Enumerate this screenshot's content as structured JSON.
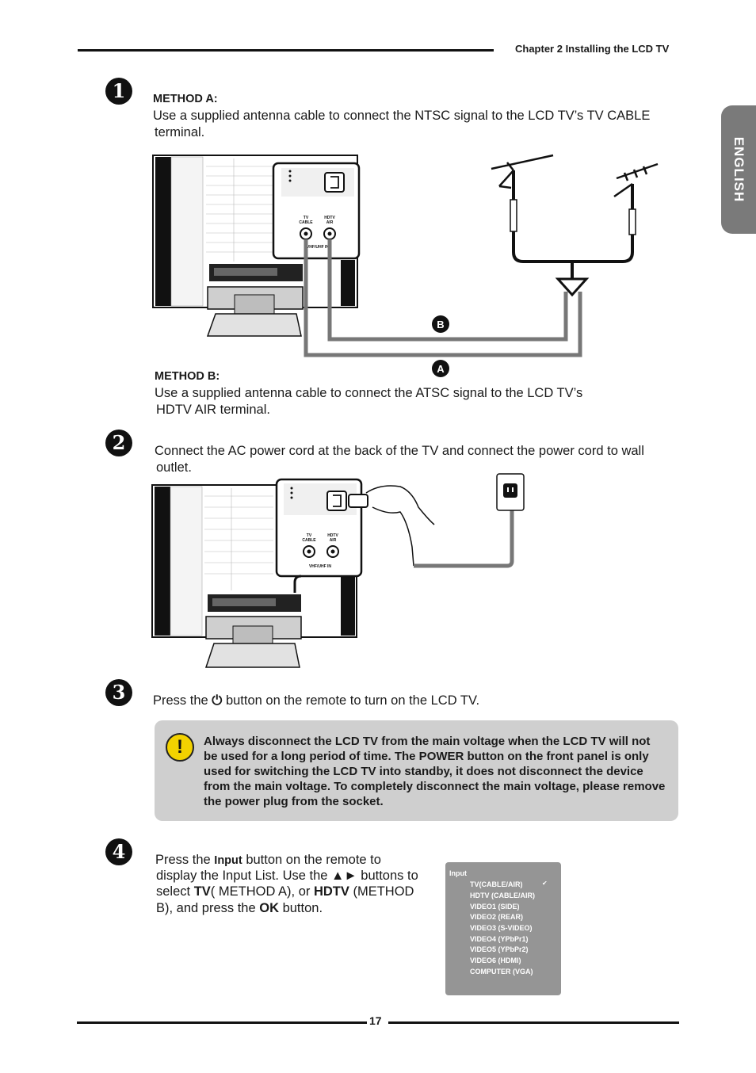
{
  "header": {
    "chapter": "Chapter 2 Installing the LCD TV"
  },
  "side_tab": {
    "label": "ENGLISH"
  },
  "steps": {
    "s1": "1",
    "s2": "2",
    "s3": "3",
    "s4": "4"
  },
  "step1": {
    "method_a_heading": "METHOD A:",
    "method_a_line1": "Use a supplied antenna cable to connect the NTSC signal to the LCD TV’s TV CABLE",
    "method_a_line2": "terminal.",
    "method_b_heading": "METHOD B:",
    "method_b_line1": "Use a supplied antenna cable to connect the ATSC signal to the LCD TV’s",
    "method_b_line2": "HDTV AIR terminal.",
    "badge_a": "A",
    "badge_b": "B"
  },
  "panel": {
    "tv_cable_1": "TV",
    "tv_cable_2": "CABLE",
    "hdtv_air_1": "HDTV",
    "hdtv_air_2": "AIR",
    "vhf_uhf": "VHF/UHF IN"
  },
  "step2": {
    "line1": "Connect the AC power cord at the back of the TV and connect the power cord to wall",
    "line2": "outlet."
  },
  "step3": {
    "before": "Press the ",
    "power_icon": "⏻",
    "after": " button on the remote to turn on the LCD TV."
  },
  "caution": {
    "icon": "!",
    "text": "Always disconnect the LCD TV from the main voltage when the LCD TV will not be used for a long period of time. The POWER button on the front panel is only used for switching the LCD TV into standby, it does not disconnect the device from the main voltage. To completely disconnect the main voltage, please remove the power plug from the socket."
  },
  "step4": {
    "l1_a": "Press the ",
    "l1_b": "Input",
    "l1_c": " button on the remote to",
    "l2": "display the Input List. Use the ▲► buttons to",
    "l3_a": "select ",
    "l3_b": "TV",
    "l3_c": "( METHOD A), or ",
    "l3_d": "HDTV",
    "l3_e": " (METHOD",
    "l4_a": "B), and press the ",
    "l4_b": "OK",
    "l4_c": " button."
  },
  "input_menu": {
    "title": "Input",
    "selected_mark": "✔",
    "items": [
      "TV(CABLE/AIR)",
      "HDTV (CABLE/AIR)",
      "VIDEO1 (SIDE)",
      "VIDEO2 (REAR)",
      "VIDEO3 (S-VIDEO)",
      "VIDEO4 (YPbPr1)",
      "VIDEO5 (YPbPr2)",
      "VIDEO6 (HDMI)",
      "COMPUTER (VGA)"
    ]
  },
  "footer": {
    "page_number": "17"
  }
}
